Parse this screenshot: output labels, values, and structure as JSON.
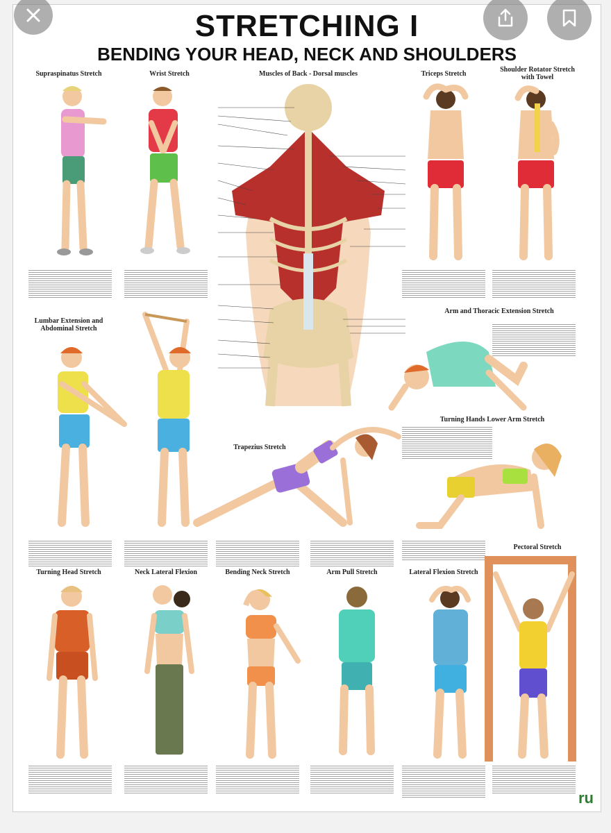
{
  "poster": {
    "title": "STRETCHING I",
    "subtitle": "BENDING YOUR HEAD, NECK AND SHOULDERS",
    "logo": "ru",
    "labels": {
      "supraspinatus": "Supraspinatus Stretch",
      "wrist": "Wrist Stretch",
      "muscles": "Muscles of Back - Dorsal muscles",
      "triceps": "Triceps Stretch",
      "shoulder_rotator": "Shoulder Rotator Stretch with Towel",
      "lumbar": "Lumbar Extension and Abdominal Stretch",
      "arm_thoracic": "Arm and Thoracic Extension Stretch",
      "turning_hands": "Turning Hands Lower Arm Stretch",
      "trapezius": "Trapezius Stretch",
      "pectoral": "Pectoral Stretch",
      "turning_head": "Turning Head Stretch",
      "neck_lateral": "Neck Lateral Flexion",
      "bending_neck": "Bending Neck Stretch",
      "arm_pull": "Arm Pull Stretch",
      "lateral_flexion": "Lateral Flexion Stretch"
    }
  },
  "overlay": {
    "close_icon": "close-icon",
    "share_icon": "share-icon",
    "bookmark_icon": "bookmark-icon"
  },
  "colors": {
    "skin": "#f2c8a0",
    "muscle": "#b8302c",
    "bone": "#e8d3a6"
  }
}
